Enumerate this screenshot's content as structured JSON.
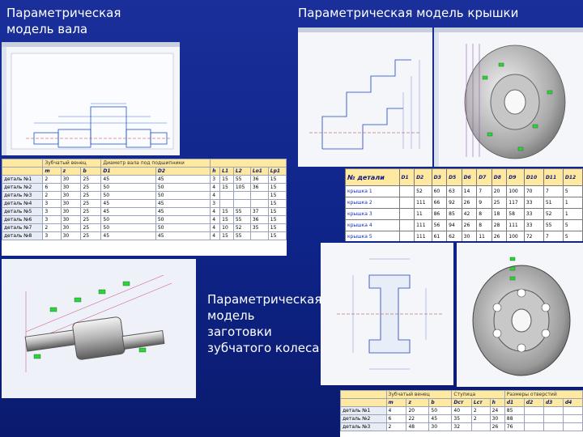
{
  "captions": {
    "shaft": "Параметрическая модель вала",
    "cover": "Параметрическая модель крышки",
    "blank": "Параметрическая модель заготовки зубчатого колеса"
  },
  "shaft_table": {
    "title_a": "Зубчатый венец",
    "title_b": "Диаметр вала под подшипники",
    "col_heads": [
      "m",
      "z",
      "b",
      "D1",
      "D2",
      "h",
      "L1",
      "L2",
      "Lo1",
      "Lp1"
    ],
    "rows": [
      [
        "деталь №1",
        "2",
        "30",
        "25",
        "45",
        "45",
        "3",
        "15",
        "55",
        "36",
        "15"
      ],
      [
        "деталь №2",
        "6",
        "30",
        "25",
        "50",
        "50",
        "4",
        "15",
        "105",
        "36",
        "15"
      ],
      [
        "деталь №3",
        "2",
        "30",
        "25",
        "50",
        "50",
        "4",
        "",
        "",
        "",
        "15"
      ],
      [
        "деталь №4",
        "3",
        "30",
        "25",
        "45",
        "45",
        "3",
        "",
        "",
        "",
        "15"
      ],
      [
        "деталь №5",
        "3",
        "30",
        "25",
        "45",
        "45",
        "4",
        "15",
        "55",
        "37",
        "15"
      ],
      [
        "деталь №6",
        "3",
        "30",
        "25",
        "50",
        "50",
        "4",
        "15",
        "55",
        "36",
        "15"
      ],
      [
        "деталь №7",
        "2",
        "30",
        "25",
        "50",
        "50",
        "4",
        "10",
        "52",
        "35",
        "15"
      ],
      [
        "деталь №8",
        "3",
        "30",
        "25",
        "45",
        "45",
        "4",
        "15",
        "55",
        "",
        "15"
      ]
    ]
  },
  "cover_table": {
    "head": "№ детали",
    "cols": [
      "D1",
      "D2",
      "D3",
      "D5",
      "D6",
      "D7",
      "D8",
      "D9",
      "D10",
      "D11",
      "D12"
    ],
    "rows": [
      [
        "крышка 1",
        "",
        "52",
        "60",
        "63",
        "14",
        "7",
        "20",
        "100",
        "70",
        "7",
        "5"
      ],
      [
        "крышка 2",
        "",
        "111",
        "66",
        "92",
        "26",
        "9",
        "25",
        "117",
        "33",
        "51",
        "1"
      ],
      [
        "крышка 3",
        "",
        "11",
        "86",
        "85",
        "42",
        "8",
        "18",
        "58",
        "33",
        "52",
        "1"
      ],
      [
        "крышка 4",
        "",
        "111",
        "56",
        "94",
        "26",
        "8",
        "28",
        "111",
        "33",
        "55",
        "5"
      ],
      [
        "крышка 5",
        "",
        "111",
        "61",
        "62",
        "30",
        "11",
        "26",
        "100",
        "72",
        "7",
        "5"
      ]
    ]
  },
  "gear_table": {
    "title_a": "Зубчатый венец",
    "title_b": "Ступица",
    "title_c": "Размеры отверстий",
    "cols": [
      "",
      "m",
      "z",
      "b",
      "Dст",
      "Lст",
      "h",
      "d1",
      "d2",
      "d3",
      "d4"
    ],
    "rows": [
      [
        "деталь №1",
        "4",
        "20",
        "50",
        "40",
        "2",
        "24",
        "85",
        "",
        "",
        ""
      ],
      [
        "деталь №2",
        "6",
        "22",
        "45",
        "35",
        "2",
        "30",
        "88",
        "",
        "",
        ""
      ],
      [
        "деталь №3",
        "2",
        "48",
        "30",
        "32",
        "",
        "26",
        "76",
        "",
        "",
        ""
      ]
    ]
  }
}
